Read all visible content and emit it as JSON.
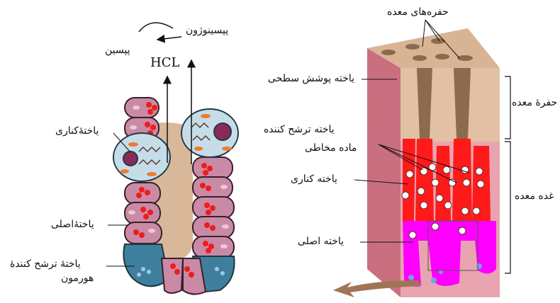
{
  "left": {
    "pepsinogen": "پپسینوژون",
    "pepsin": "پپسین",
    "hcl": "HCL",
    "parietal_cell": "یاختۀکناری",
    "chief_cell": "یاختۀاصلی",
    "hormone_cell_line1": "یاختۀ ترشح کنندۀ",
    "hormone_cell_line2": "هورمون"
  },
  "right": {
    "gastric_pits": "حفره‌های معده",
    "surface_cell": "یاخته پوشش سطحی",
    "mucus_cell_line1": "یاخته ترشح کننده",
    "mucus_cell_line2": "ماده مخاطی",
    "parietal_cell": "یاخته کناری",
    "chief_cell": "یاخته اصلی",
    "pit_bracket": "حفرۀ معده",
    "gland_bracket": "غده معده"
  },
  "colors": {
    "pink_cell": "#c98aa6",
    "lumen": "#d9b899",
    "parietal": "#c6dde9",
    "nucleus": "#8b2a58",
    "hormone": "#3f7f9e",
    "tissue": "#e8a4b0",
    "mucus_red": "#ff1a1a",
    "chief_magenta": "#ff00ff",
    "top_tan": "#d9b494",
    "pit_brown": "#8c6a4e"
  }
}
